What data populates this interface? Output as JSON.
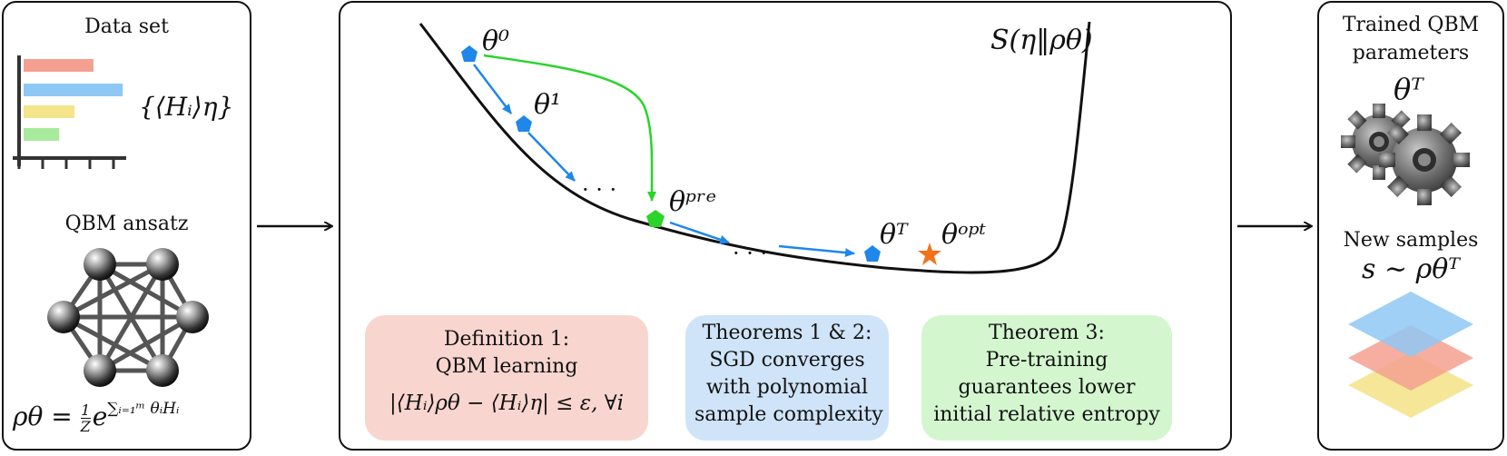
{
  "colors": {
    "blue": "#1f86ea",
    "green": "#2ad42a",
    "orange": "#f0731a",
    "box_red": "#f8d6cf",
    "box_blue": "#cfe4f8",
    "box_green": "#d3f6cf",
    "bar_red": "#f4a090",
    "bar_blue": "#8fc8f5",
    "bar_yellow": "#f4e48c",
    "bar_green": "#a8ea9c"
  },
  "left_panel": {
    "dataset_title": "Data set",
    "dataset_bars": [
      0.55,
      0.78,
      0.4,
      0.28
    ],
    "expectation_label": "{⟨Hᵢ⟩η}",
    "ansatz_title": "QBM ansatz",
    "density_formula": {
      "lhs": "ρθ = ",
      "frac_num": "1",
      "frac_den": "Z",
      "base": "e",
      "exponent": "∑ᵢ₌₁ᵐ θᵢHᵢ"
    }
  },
  "center_panel": {
    "objective_label": "S(η‖ρθ)",
    "theta_labels": {
      "theta0": "θ⁰",
      "theta1": "θ¹",
      "theta_pre": "θᵖʳᵉ",
      "theta_T": "θᵀ",
      "theta_opt": "θᵒᵖᵗ"
    },
    "ellipsis": "· · ·",
    "boxes": [
      {
        "lines": [
          "Definition 1:",
          "QBM learning",
          "|⟨Hᵢ⟩ρθ − ⟨Hᵢ⟩η| ≤ ε, ∀i"
        ]
      },
      {
        "lines": [
          "Theorems 1 & 2:",
          "SGD converges",
          "with polynomial",
          "sample complexity"
        ]
      },
      {
        "lines": [
          "Theorem 3:",
          "Pre-training",
          "guarantees lower",
          "initial relative entropy"
        ]
      }
    ]
  },
  "right_panel": {
    "trained_title_line1": "Trained QBM",
    "trained_title_line2": "parameters",
    "theta_T": "θᵀ",
    "samples_title": "New samples",
    "samples_formula": "s ∼ ρθᵀ"
  }
}
